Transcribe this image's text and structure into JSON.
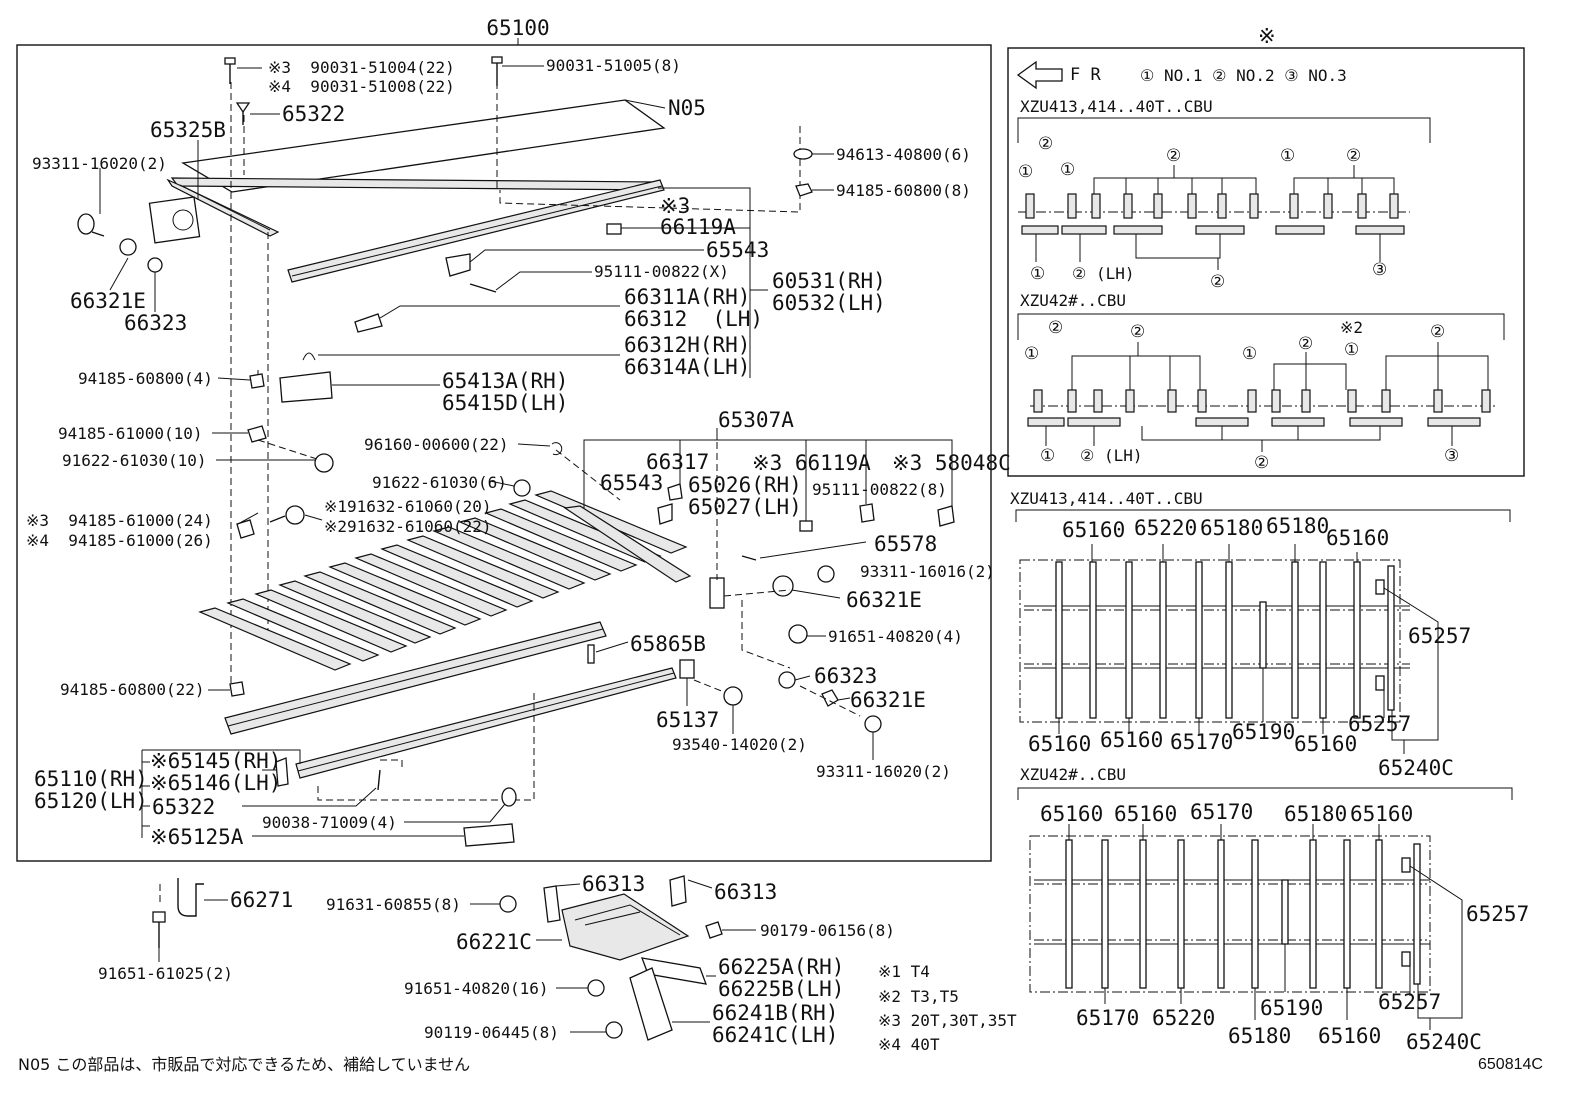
{
  "main": {
    "assembly_no": "65100",
    "labels": [
      {
        "id": "l1",
        "text": "※3  90031-51004(22)\n※4  90031-51008(22)"
      },
      {
        "id": "l2",
        "text": "90031-51005(8)"
      },
      {
        "id": "l3",
        "text": "N05"
      },
      {
        "id": "l4",
        "text": "65322"
      },
      {
        "id": "l5",
        "text": "65325B"
      },
      {
        "id": "l6",
        "text": "93311-16020(2)"
      },
      {
        "id": "l7",
        "text": "94613-40800(6)"
      },
      {
        "id": "l8",
        "text": "94185-60800(8)"
      },
      {
        "id": "l9",
        "text": "※3\n66119A"
      },
      {
        "id": "l10",
        "text": "65543"
      },
      {
        "id": "l11",
        "text": "95111-00822(X)"
      },
      {
        "id": "l12",
        "text": "60531(RH)\n60532(LH)"
      },
      {
        "id": "l13",
        "text": "66311A(RH)\n66312  (LH)"
      },
      {
        "id": "l14",
        "text": "66312H(RH)\n66314A(LH)"
      },
      {
        "id": "l15",
        "text": "66321E"
      },
      {
        "id": "l16",
        "text": "66323"
      },
      {
        "id": "l17",
        "text": "94185-60800(4)"
      },
      {
        "id": "l18",
        "text": "65413A(RH)\n65415D(LH)"
      },
      {
        "id": "l19",
        "text": "94185-61000(10)"
      },
      {
        "id": "l20",
        "text": "91622-61030(10)"
      },
      {
        "id": "l21",
        "text": "96160-00600(22)"
      },
      {
        "id": "l22",
        "text": "65307A"
      },
      {
        "id": "l23",
        "text": "66317"
      },
      {
        "id": "l24",
        "text": "※3 66119A"
      },
      {
        "id": "l25",
        "text": "※3  58048C"
      },
      {
        "id": "l26",
        "text": "65543"
      },
      {
        "id": "l27",
        "text": "65026(RH)\n65027(LH)"
      },
      {
        "id": "l28",
        "text": "95111-00822(8)"
      },
      {
        "id": "l29",
        "text": "91622-61030(6)"
      },
      {
        "id": "l30",
        "text": "※191632-61060(20)\n※291632-61060(22)"
      },
      {
        "id": "l31",
        "text": "※3  94185-61000(24)\n※4  94185-61000(26)"
      },
      {
        "id": "l32",
        "text": "65578"
      },
      {
        "id": "l33",
        "text": "93311-16016(2)"
      },
      {
        "id": "l34",
        "text": "66321E"
      },
      {
        "id": "l35",
        "text": "91651-40820(4)"
      },
      {
        "id": "l36",
        "text": "65865B"
      },
      {
        "id": "l37",
        "text": "66323"
      },
      {
        "id": "l38",
        "text": "66321E"
      },
      {
        "id": "l39",
        "text": "94185-60800(22)"
      },
      {
        "id": "l40",
        "text": "65137"
      },
      {
        "id": "l41",
        "text": "93540-14020(2)"
      },
      {
        "id": "l42",
        "text": "93311-16020(2)"
      },
      {
        "id": "l43",
        "text": "※65145(RH)\n※65146(LH)"
      },
      {
        "id": "l44",
        "text": "65110(RH)\n65120(LH)"
      },
      {
        "id": "l45",
        "text": "65322"
      },
      {
        "id": "l46",
        "text": "90038-71009(4)"
      },
      {
        "id": "l47",
        "text": "※65125A"
      }
    ]
  },
  "lower": {
    "labels": [
      {
        "id": "m1",
        "text": "66271"
      },
      {
        "id": "m2",
        "text": "91651-61025(2)"
      },
      {
        "id": "m3",
        "text": "91631-60855(8)"
      },
      {
        "id": "m4",
        "text": "66313"
      },
      {
        "id": "m5",
        "text": "66313"
      },
      {
        "id": "m6",
        "text": "66221C"
      },
      {
        "id": "m7",
        "text": "90179-06156(8)"
      },
      {
        "id": "m8",
        "text": "66225A(RH)\n66225B(LH)"
      },
      {
        "id": "m9",
        "text": "91651-40820(16)"
      },
      {
        "id": "m10",
        "text": "66241B(RH)\n66241C(LH)"
      },
      {
        "id": "m11",
        "text": "90119-06445(8)"
      }
    ],
    "legend": [
      "※1  T4",
      "※2  T3,T5",
      "※3  20T,30T,35T",
      "※4  40T"
    ],
    "footnote": "N05  この部品は、市販品で対応できるため、補給していません",
    "drawing_no": "650814C"
  },
  "inset": {
    "mark": "※",
    "fr": "F R",
    "key": "① NO.1  ② NO.2  ③ NO.3",
    "top_model": "XZU413,414..40T..CBU",
    "bottom_model": "XZU42#..CBU",
    "top_marks": [
      {
        "id": "t1",
        "text": "②"
      },
      {
        "id": "t2",
        "text": "①"
      },
      {
        "id": "t3",
        "text": "①"
      },
      {
        "id": "t4",
        "text": "②"
      },
      {
        "id": "t5",
        "text": "①"
      },
      {
        "id": "t6",
        "text": "②"
      },
      {
        "id": "t7",
        "text": "①"
      },
      {
        "id": "t8",
        "text": "② (LH)"
      },
      {
        "id": "t9",
        "text": "②"
      },
      {
        "id": "t10",
        "text": "③"
      }
    ],
    "bottom_marks": [
      {
        "id": "b1",
        "text": "②"
      },
      {
        "id": "b2",
        "text": "①"
      },
      {
        "id": "b3",
        "text": "②"
      },
      {
        "id": "b4",
        "text": "※2"
      },
      {
        "id": "b5",
        "text": "①"
      },
      {
        "id": "b6",
        "text": "②"
      },
      {
        "id": "b7",
        "text": "①"
      },
      {
        "id": "b8",
        "text": "②"
      },
      {
        "id": "b9",
        "text": "①"
      },
      {
        "id": "b10",
        "text": "② (LH)"
      },
      {
        "id": "b11",
        "text": "②"
      },
      {
        "id": "b12",
        "text": "③"
      }
    ]
  },
  "plan1": {
    "model": "XZU413,414..40T..CBU",
    "labels": [
      {
        "id": "p1",
        "text": "65160"
      },
      {
        "id": "p2",
        "text": "65220"
      },
      {
        "id": "p3",
        "text": "65180"
      },
      {
        "id": "p4",
        "text": "65180"
      },
      {
        "id": "p5",
        "text": "65160"
      },
      {
        "id": "p6",
        "text": "65257"
      },
      {
        "id": "p7",
        "text": "65160"
      },
      {
        "id": "p8",
        "text": "65160"
      },
      {
        "id": "p9",
        "text": "65170"
      },
      {
        "id": "p10",
        "text": "65190"
      },
      {
        "id": "p11",
        "text": "65160"
      },
      {
        "id": "p12",
        "text": "65257"
      },
      {
        "id": "p13",
        "text": "65240C"
      }
    ]
  },
  "plan2": {
    "model": "XZU42#..CBU",
    "labels": [
      {
        "id": "q1",
        "text": "65160"
      },
      {
        "id": "q2",
        "text": "65160"
      },
      {
        "id": "q3",
        "text": "65170"
      },
      {
        "id": "q4",
        "text": "65180"
      },
      {
        "id": "q5",
        "text": "65160"
      },
      {
        "id": "q6",
        "text": "65257"
      },
      {
        "id": "q7",
        "text": "65170"
      },
      {
        "id": "q8",
        "text": "65220"
      },
      {
        "id": "q9",
        "text": "65190"
      },
      {
        "id": "q10",
        "text": "65180"
      },
      {
        "id": "q11",
        "text": "65160"
      },
      {
        "id": "q12",
        "text": "65257"
      },
      {
        "id": "q13",
        "text": "65240C"
      }
    ]
  }
}
